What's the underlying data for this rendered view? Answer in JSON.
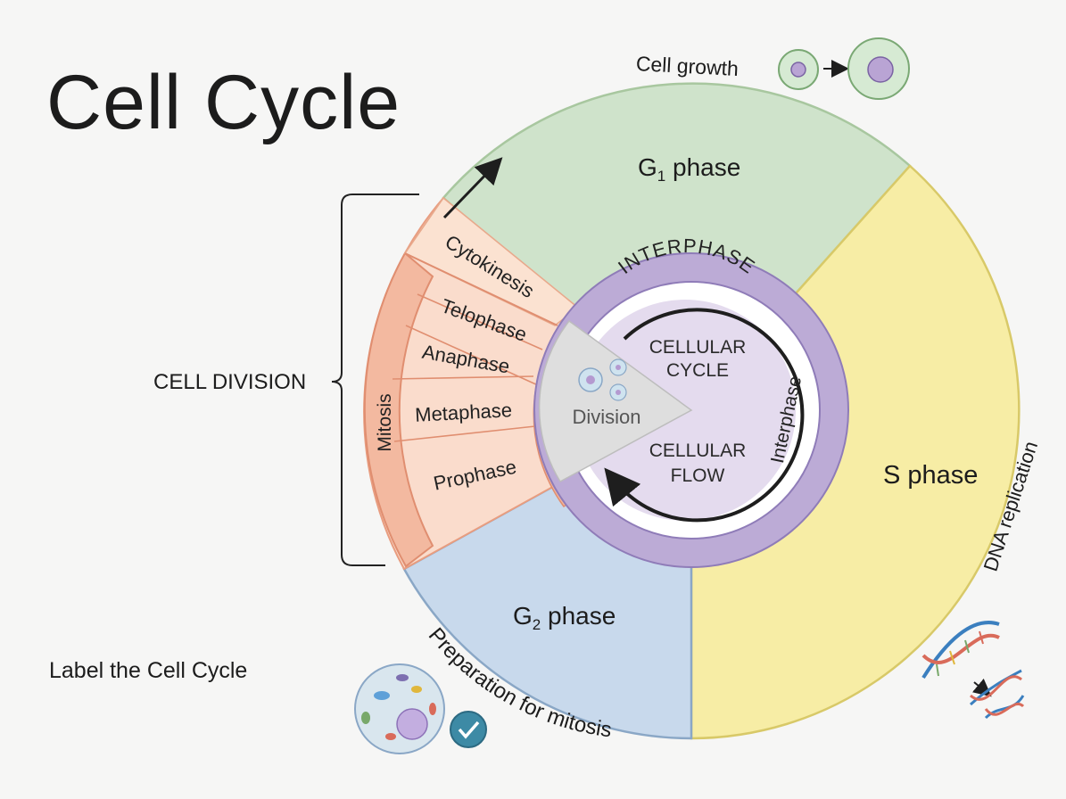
{
  "title": "Cell Cycle",
  "caption": "Label the Cell Cycle",
  "colors": {
    "g1": "#cfe3cb",
    "s": "#f7eda5",
    "g2": "#c8d9ec",
    "mitosis_outer": "#f3b9a0",
    "mitosis_light": "#fadccc",
    "interphase_ring": "#bcabd6",
    "center": "#e4dbee",
    "division": "#dedede"
  },
  "labels": {
    "cell_division": "CELL DIVISION",
    "g1_main": "G",
    "g1_sub": "1",
    "g1_suffix": " phase",
    "s_phase": "S phase",
    "g2_main": "G",
    "g2_sub": "2",
    "g2_suffix": " phase",
    "interphase_ring": "INTERPHASE",
    "interphase_inner": "Interphase",
    "cellular_cycle_1": "CELLULAR",
    "cellular_cycle_2": "CYCLE",
    "cellular_flow_1": "CELLULAR",
    "cellular_flow_2": "FLOW",
    "division": "Division",
    "mitosis": "Mitosis",
    "cytokinesis": "Cytokinesis",
    "telophase": "Telophase",
    "anaphase": "Anaphase",
    "metaphase": "Metaphase",
    "prophase": "Prophase",
    "cell_growth": "Cell growth",
    "dna_replication": "DNA replication",
    "preparation": "Preparation for mitosis"
  }
}
